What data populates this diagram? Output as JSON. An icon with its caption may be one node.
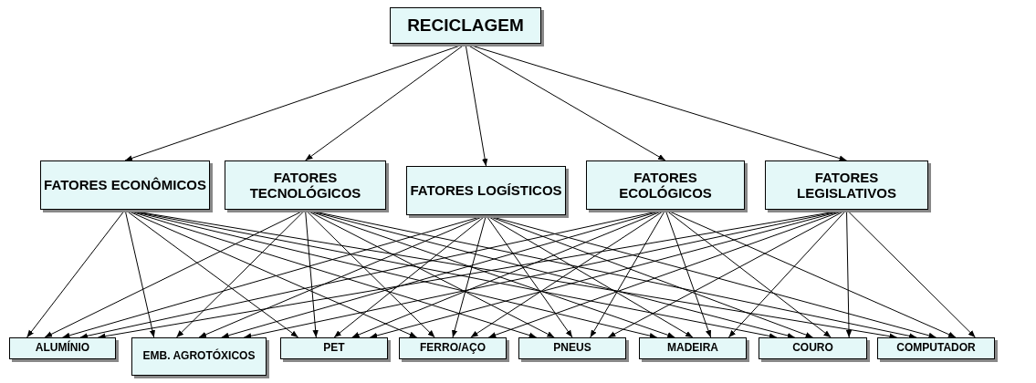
{
  "diagram": {
    "nodes": [
      {
        "text": [
          "RECICLAGEM"
        ]
      },
      {
        "text": [
          "FATORES ECONÔMICOS"
        ]
      },
      {
        "text": [
          "FATORES TECNOLÓGICOS"
        ]
      },
      {
        "text": [
          "FATORES LOGÍSTICOS"
        ]
      },
      {
        "text": [
          "FATORES ECOLÓGICOS"
        ]
      },
      {
        "text": [
          "FATORES LEGISLATIVOS"
        ]
      },
      {
        "text": [
          "ALUMÍNIO"
        ]
      },
      {
        "text": [
          "EMB. AGROTÓXICOS"
        ]
      },
      {
        "text": [
          "PET"
        ]
      },
      {
        "text": [
          "FERRO/AÇO"
        ]
      },
      {
        "text": [
          "PNEUS"
        ]
      },
      {
        "text": [
          "MADEIRA"
        ]
      },
      {
        "text": [
          "COURO"
        ]
      },
      {
        "text": [
          "COMPUTADOR"
        ]
      }
    ],
    "edges": [
      {
        "from": 0,
        "to": 1,
        "arrow": "to"
      },
      {
        "from": 0,
        "to": 2,
        "arrow": "to"
      },
      {
        "from": 0,
        "to": 3,
        "arrow": "to"
      },
      {
        "from": 0,
        "to": 4,
        "arrow": "to"
      },
      {
        "from": 0,
        "to": 5,
        "arrow": "to"
      },
      {
        "from": 1,
        "to": 6,
        "arrow": "to"
      },
      {
        "from": 1,
        "to": 7,
        "arrow": "to"
      },
      {
        "from": 1,
        "to": 8,
        "arrow": "to"
      },
      {
        "from": 1,
        "to": 9,
        "arrow": "to"
      },
      {
        "from": 1,
        "to": 10,
        "arrow": "to"
      },
      {
        "from": 1,
        "to": 11,
        "arrow": "to"
      },
      {
        "from": 1,
        "to": 12,
        "arrow": "to"
      },
      {
        "from": 1,
        "to": 13,
        "arrow": "to"
      },
      {
        "from": 2,
        "to": 6,
        "arrow": "to"
      },
      {
        "from": 2,
        "to": 7,
        "arrow": "to"
      },
      {
        "from": 2,
        "to": 8,
        "arrow": "to"
      },
      {
        "from": 2,
        "to": 9,
        "arrow": "to"
      },
      {
        "from": 2,
        "to": 10,
        "arrow": "to"
      },
      {
        "from": 2,
        "to": 11,
        "arrow": "to"
      },
      {
        "from": 2,
        "to": 12,
        "arrow": "to"
      },
      {
        "from": 2,
        "to": 13,
        "arrow": "to"
      },
      {
        "from": 3,
        "to": 6,
        "arrow": "to"
      },
      {
        "from": 3,
        "to": 7,
        "arrow": "to"
      },
      {
        "from": 3,
        "to": 8,
        "arrow": "to"
      },
      {
        "from": 3,
        "to": 9,
        "arrow": "to"
      },
      {
        "from": 3,
        "to": 10,
        "arrow": "to"
      },
      {
        "from": 3,
        "to": 11,
        "arrow": "to"
      },
      {
        "from": 3,
        "to": 12,
        "arrow": "to"
      },
      {
        "from": 3,
        "to": 13,
        "arrow": "to"
      },
      {
        "from": 4,
        "to": 6,
        "arrow": "to"
      },
      {
        "from": 4,
        "to": 7,
        "arrow": "to"
      },
      {
        "from": 4,
        "to": 8,
        "arrow": "to"
      },
      {
        "from": 4,
        "to": 9,
        "arrow": "to"
      },
      {
        "from": 4,
        "to": 10,
        "arrow": "to"
      },
      {
        "from": 4,
        "to": 11,
        "arrow": "to"
      },
      {
        "from": 4,
        "to": 12,
        "arrow": "to"
      },
      {
        "from": 4,
        "to": 13,
        "arrow": "to"
      },
      {
        "from": 5,
        "to": 6,
        "arrow": "to"
      },
      {
        "from": 5,
        "to": 7,
        "arrow": "to"
      },
      {
        "from": 5,
        "to": 8,
        "arrow": "to"
      },
      {
        "from": 5,
        "to": 9,
        "arrow": "to"
      },
      {
        "from": 5,
        "to": 10,
        "arrow": "to"
      },
      {
        "from": 5,
        "to": 11,
        "arrow": "to"
      },
      {
        "from": 5,
        "to": 12,
        "arrow": "to"
      },
      {
        "from": 5,
        "to": 13,
        "arrow": "to"
      }
    ]
  }
}
